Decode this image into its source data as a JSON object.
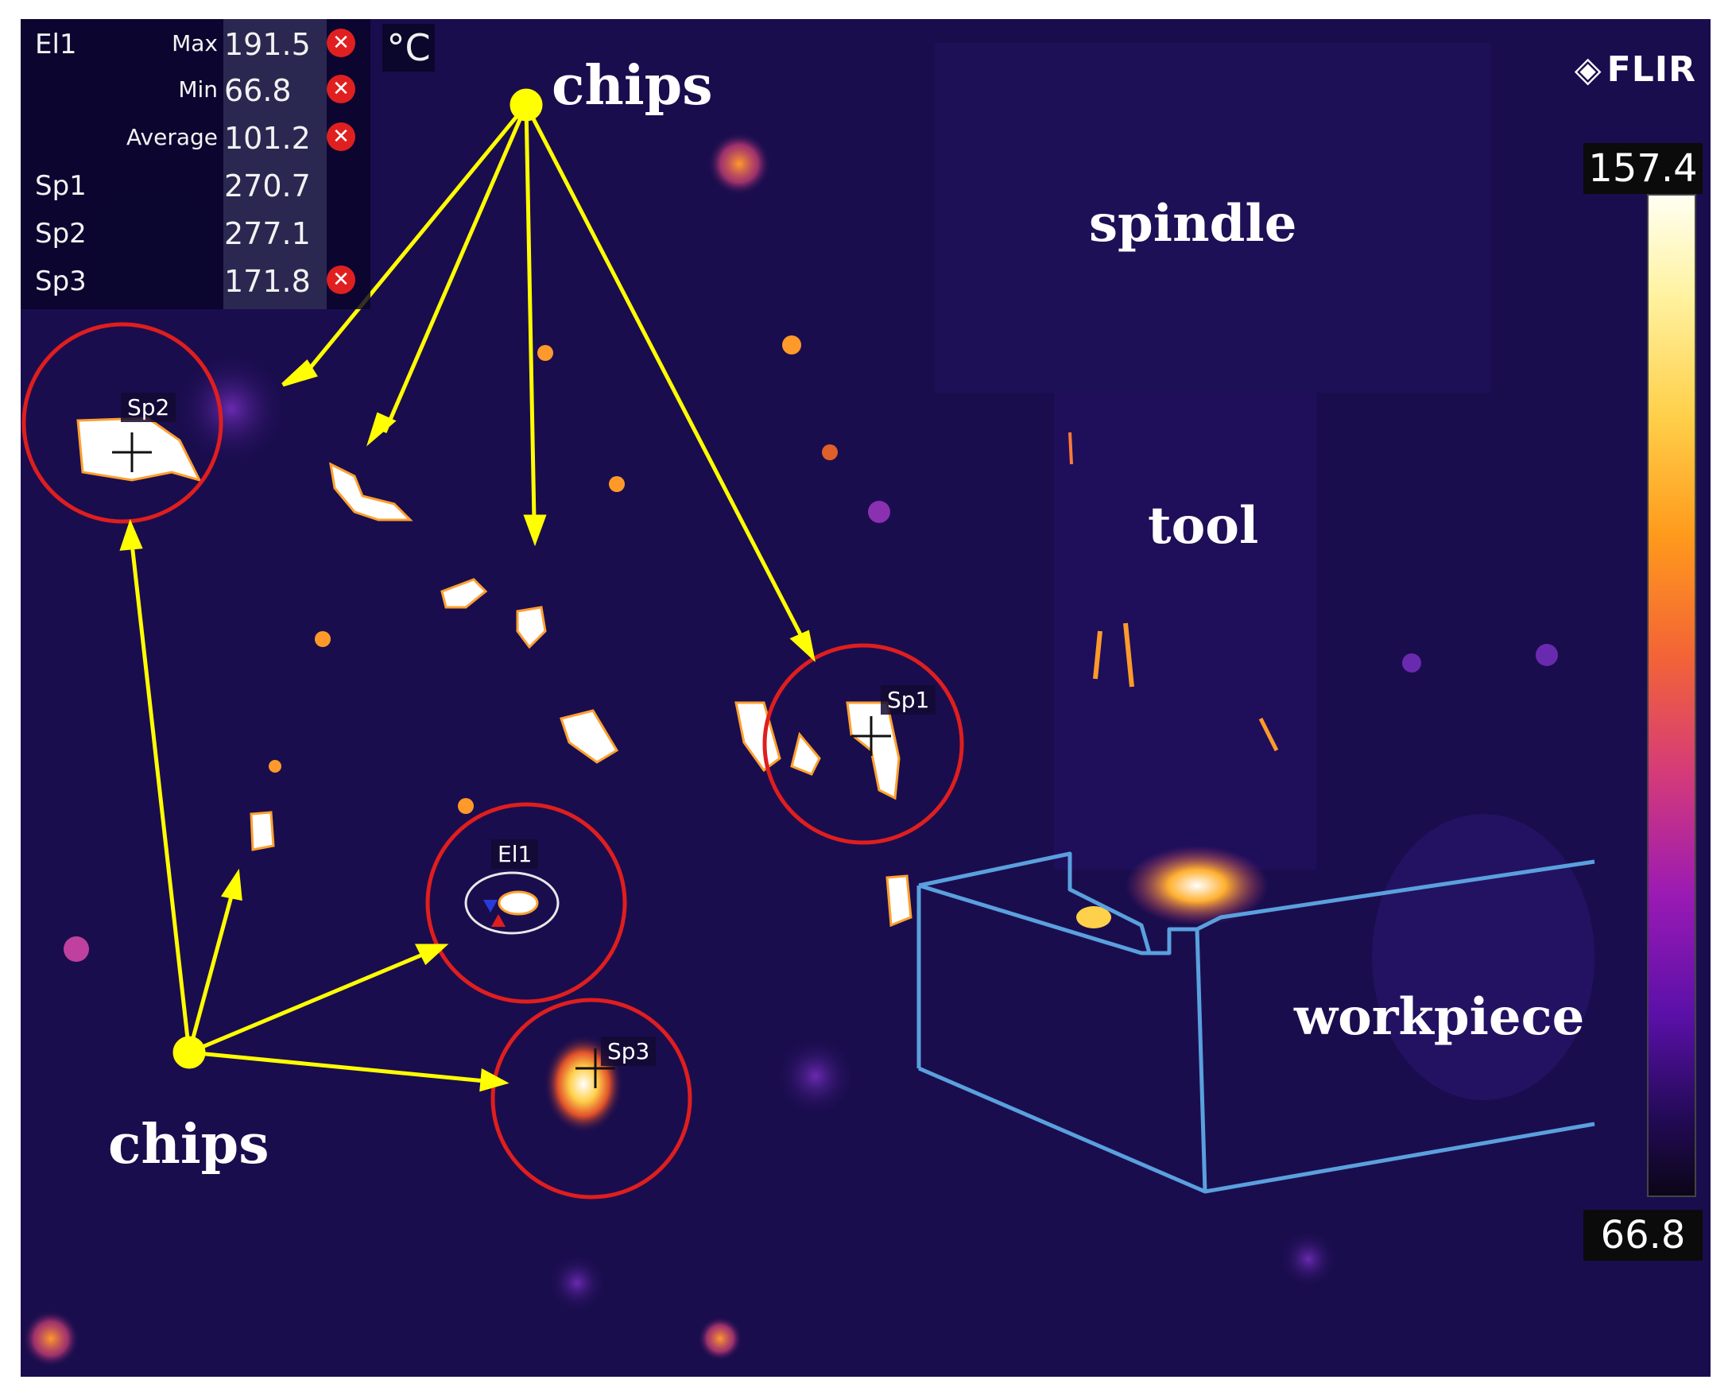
{
  "measurements": {
    "rows": [
      {
        "name": "El1",
        "sub": "Max",
        "value": "191.5",
        "alarm": true
      },
      {
        "name": "",
        "sub": "Min",
        "value": "66.8",
        "alarm": true
      },
      {
        "name": "",
        "sub": "Average",
        "value": "101.2",
        "alarm": true
      },
      {
        "name": "Sp1",
        "sub": "",
        "value": "270.7",
        "alarm": false
      },
      {
        "name": "Sp2",
        "sub": "",
        "value": "277.1",
        "alarm": false
      },
      {
        "name": "Sp3",
        "sub": "",
        "value": "171.8",
        "alarm": true
      }
    ],
    "alarm_icon": "close-icon",
    "alarm_color": "#e02020"
  },
  "unit": "°C",
  "logo": {
    "text": "FLIR",
    "icon": "flir-diamond-icon"
  },
  "labels": {
    "chips_top": "chips",
    "chips_bottom": "chips",
    "spindle": "spindle",
    "tool": "tool",
    "workpiece": "workpiece"
  },
  "spot_tags": {
    "sp1": "Sp1",
    "sp2": "Sp2",
    "sp3": "Sp3",
    "el1": "El1"
  },
  "scale": {
    "max": "157.4",
    "min": "66.8"
  },
  "colors": {
    "background": "#1a0d4e",
    "arrow": "#ffff00",
    "circle": "#e01e1e",
    "workpiece_outline": "#5aa0de",
    "hot": "#ffffff"
  }
}
